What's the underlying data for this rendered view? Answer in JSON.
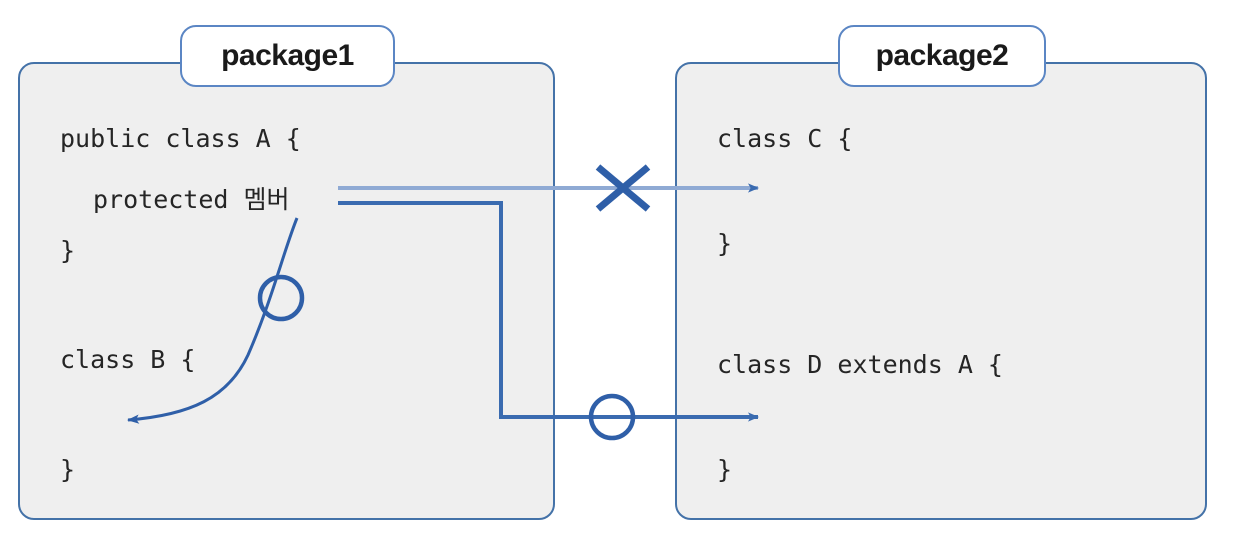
{
  "diagram": {
    "title": "Java protected access modifier across packages",
    "colors": {
      "box_fill": "#efefef",
      "box_border": "#4472a8",
      "tab_fill": "#ffffff",
      "tab_border": "#5b86c4",
      "line_blocked": "#8faad4",
      "line_allowed": "#3a6bb0",
      "marker_blocked": "#2f5fa8",
      "marker_allowed": "#2f5fa8",
      "text": "#252525",
      "page_bg": "#ffffff"
    },
    "packages": [
      {
        "name": "package1",
        "code_lines": [
          "public class A {",
          "protected 멤버",
          "}",
          "class B {",
          "}"
        ]
      },
      {
        "name": "package2",
        "code_lines": [
          "class C {",
          "}",
          "class D extends A {",
          "}"
        ]
      }
    ],
    "connectors": [
      {
        "id": "member-to-classC",
        "from": "protected 멤버",
        "to": "class C",
        "marker": "x-mark",
        "access": "denied",
        "style": "blocked"
      },
      {
        "id": "member-to-classD",
        "from": "protected 멤버",
        "to": "class D extends A",
        "marker": "circle-mark",
        "access": "allowed",
        "style": "allowed"
      },
      {
        "id": "member-to-classB",
        "from": "protected 멤버",
        "to": "class B",
        "marker": "slashed-circle-mark",
        "access": "allowed",
        "style": "allowed"
      }
    ]
  }
}
